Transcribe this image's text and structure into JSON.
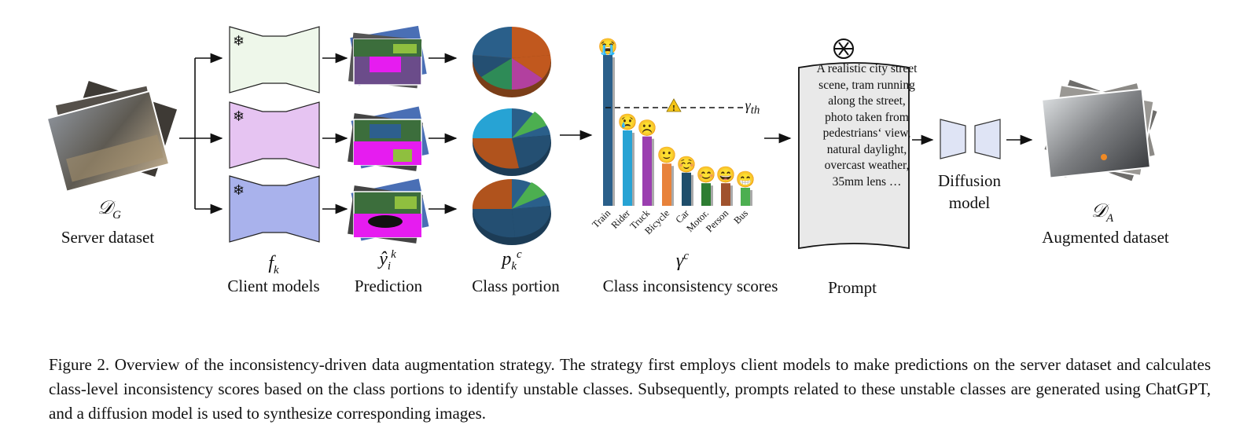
{
  "figure": {
    "labels": {
      "server_math": "𝒟",
      "server_math_sub": "G",
      "server_dataset": "Server dataset",
      "client_math": "f",
      "client_math_sub": "k",
      "client_models": "Client models",
      "pred_math": "ŷ",
      "pred_math_sub": "i",
      "pred_math_sup": "k",
      "prediction": "Prediction",
      "portion_math": "p",
      "portion_math_sub": "k",
      "portion_math_sup": "c",
      "class_portion": "Class portion",
      "scores_math": "γ",
      "scores_math_sup": "c",
      "class_inconsistency_scores": "Class inconsistency scores",
      "threshold_math": "γ",
      "threshold_math_sub": "th",
      "prompt": "Prompt",
      "diffusion_model": "Diffusion model",
      "augmented_math": "𝒟",
      "augmented_math_sub": "A",
      "augmented_dataset": "Augmented dataset"
    },
    "prompt_text": "A realistic city street scene, tram running along the street, photo taken from pedestrians‘ view, natural daylight, overcast weather, 35mm lens …",
    "model_colors": [
      "#eef7ea",
      "#e6c4f2",
      "#a9b2ec"
    ],
    "icons": [
      "snowflake-icon",
      "openai-logo-icon",
      "warning-icon"
    ]
  },
  "chart_data": {
    "type": "bar",
    "categories": [
      "Train",
      "Rider",
      "Truck",
      "Bicycle",
      "Car",
      "Motor.",
      "Person",
      "Bus"
    ],
    "values": [
      1.0,
      0.5,
      0.46,
      0.28,
      0.22,
      0.15,
      0.15,
      0.12
    ],
    "threshold": 0.68,
    "colors": [
      "#2a5f8a",
      "#27a3d4",
      "#9b3fb0",
      "#e8823a",
      "#1f4e6b",
      "#2e7d32",
      "#a0522d",
      "#4caf50"
    ],
    "faces": [
      "😭",
      "😢",
      "☹️",
      "🙂",
      "☺️",
      "😊",
      "😄",
      "😁"
    ],
    "ylim": [
      0,
      1.05
    ]
  },
  "caption": "Figure 2. Overview of the inconsistency-driven data augmentation strategy. The strategy first employs client models to make predictions on the server dataset and calculates class-level inconsistency scores based on the class portions to identify unstable classes. Subsequently, prompts related to these unstable classes are generated using ChatGPT, and a diffusion model is used to synthesize corresponding images."
}
